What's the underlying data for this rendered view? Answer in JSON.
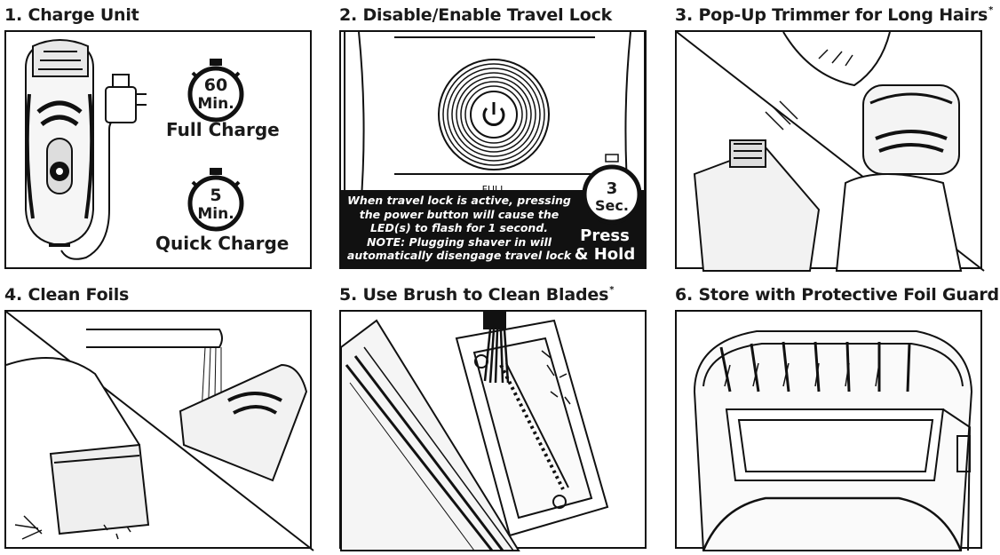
{
  "steps": [
    {
      "title": "1. Charge Unit",
      "mark": ""
    },
    {
      "title": "2. Disable/Enable Travel Lock",
      "mark": ""
    },
    {
      "title": "3. Pop-Up Trimmer for Long Hairs",
      "mark": "*"
    },
    {
      "title": "4. Clean Foils",
      "mark": ""
    },
    {
      "title": "5. Use Brush to Clean Blades",
      "mark": "*"
    },
    {
      "title": "6. Store with Protective Foil Guard",
      "mark": ""
    }
  ],
  "charge": {
    "full_timer": {
      "value": "60",
      "unit": "Min."
    },
    "full_label": "Full Charge",
    "quick_timer": {
      "value": "5",
      "unit": "Min."
    },
    "quick_label": "Quick Charge"
  },
  "travel_lock": {
    "display_text": "FULL",
    "message_lines": [
      "When travel lock is active, pressing",
      "the power button will cause the",
      "LED(s) to flash for 1 second.",
      "NOTE: Plugging shaver in will",
      "automatically disengage travel lock"
    ],
    "hold_timer": {
      "value": "3",
      "unit": "Sec."
    },
    "press_lines": [
      "Press",
      "& Hold"
    ]
  },
  "icons": [
    "shaver-icon",
    "charger-plug-icon",
    "stopwatch-icon",
    "power-button-icon",
    "trimmer-hand-icon",
    "faucet-icon",
    "brush-icon",
    "foil-guard-icon"
  ]
}
